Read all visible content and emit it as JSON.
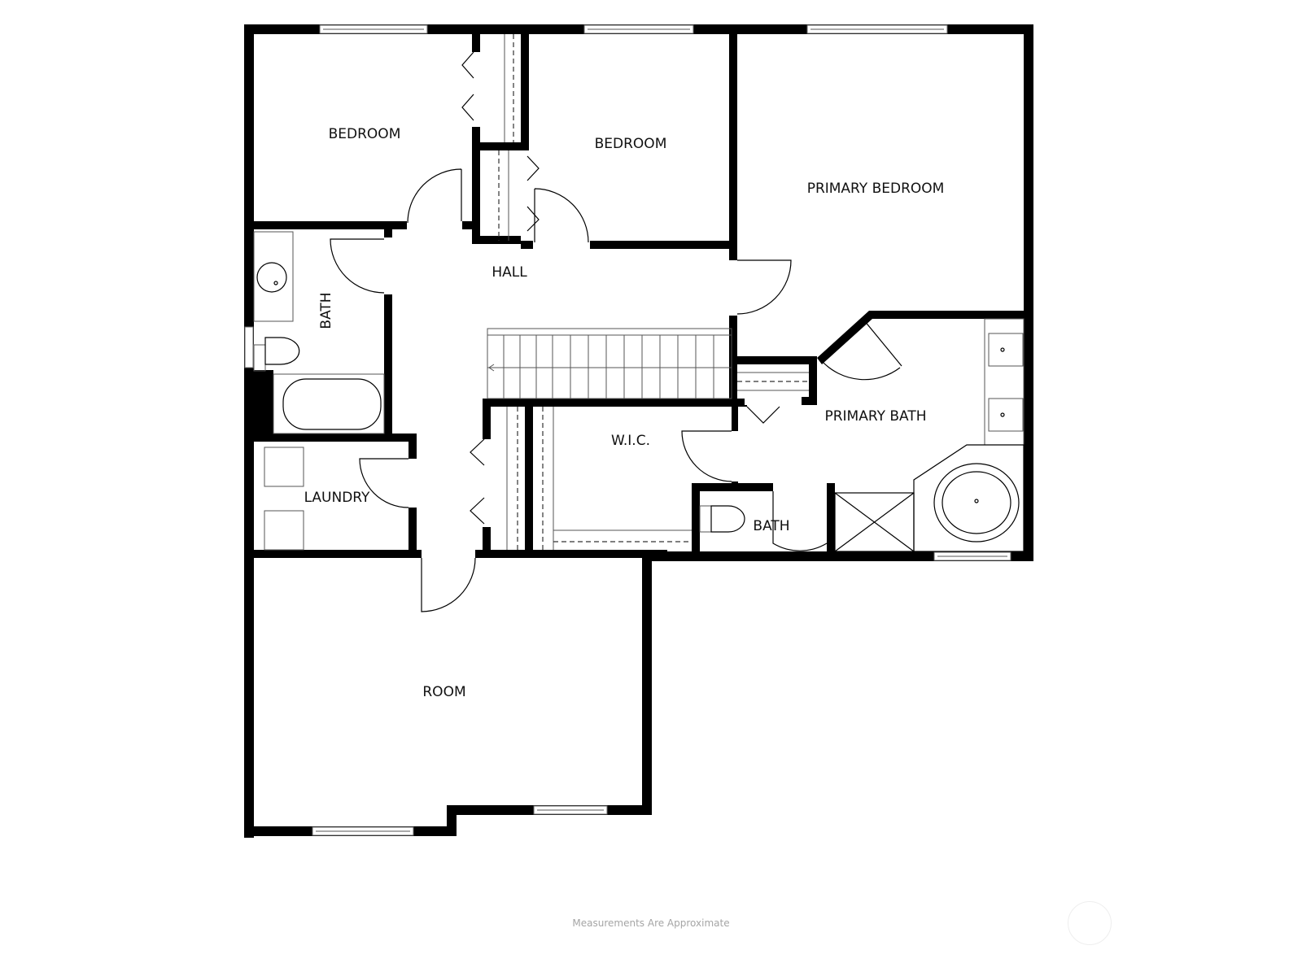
{
  "plan": {
    "type": "floor plan",
    "rooms": [
      {
        "id": "bedroom-1",
        "label": "BEDROOM"
      },
      {
        "id": "bedroom-2",
        "label": "BEDROOM"
      },
      {
        "id": "primary-bedroom",
        "label": "PRIMARY BEDROOM"
      },
      {
        "id": "hall",
        "label": "HALL"
      },
      {
        "id": "bath-1",
        "label": "BATH"
      },
      {
        "id": "laundry",
        "label": "LAUNDRY"
      },
      {
        "id": "wic",
        "label": "W.I.C."
      },
      {
        "id": "primary-bath",
        "label": "PRIMARY BATH"
      },
      {
        "id": "bath-2",
        "label": "BATH"
      },
      {
        "id": "room",
        "label": "ROOM"
      }
    ],
    "colors": {
      "wall": "#000000",
      "background": "#ffffff",
      "footer_text": "#a5a5a5"
    }
  },
  "footer": {
    "note": "Measurements Are Approximate"
  }
}
